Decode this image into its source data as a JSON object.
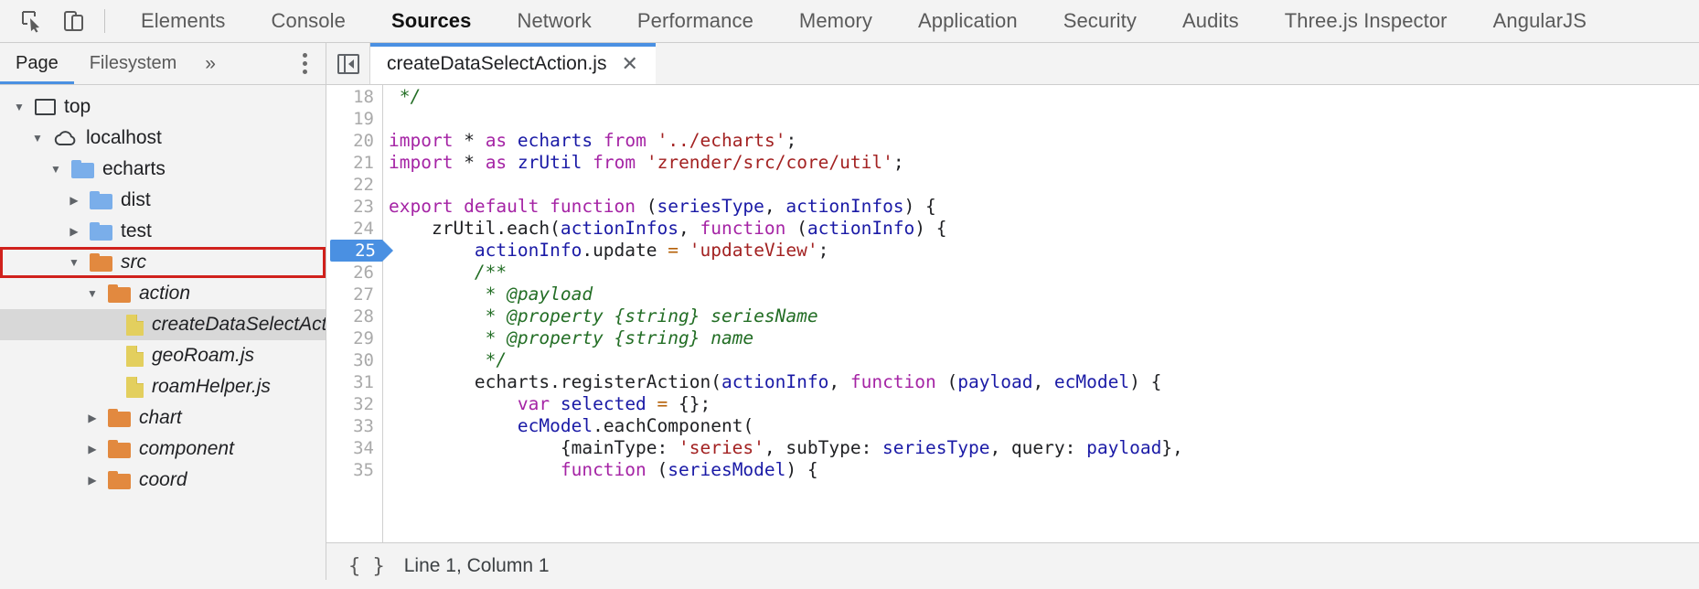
{
  "toolbar": {
    "inspect_icon": "inspect-cursor-icon",
    "device_icon": "device-toolbar-icon",
    "tabs": [
      {
        "label": "Elements",
        "active": false
      },
      {
        "label": "Console",
        "active": false
      },
      {
        "label": "Sources",
        "active": true
      },
      {
        "label": "Network",
        "active": false
      },
      {
        "label": "Performance",
        "active": false
      },
      {
        "label": "Memory",
        "active": false
      },
      {
        "label": "Application",
        "active": false
      },
      {
        "label": "Security",
        "active": false
      },
      {
        "label": "Audits",
        "active": false
      },
      {
        "label": "Three.js Inspector",
        "active": false
      },
      {
        "label": "AngularJS",
        "active": false
      }
    ]
  },
  "navigator": {
    "tabs": [
      {
        "label": "Page",
        "active": true
      },
      {
        "label": "Filesystem",
        "active": false
      }
    ],
    "more_label": "»",
    "kebab_icon": "more-options-icon",
    "highlight_color": "#d0211c",
    "tree": [
      {
        "label": "top",
        "icon": "frame-icon",
        "indent": 0,
        "twisty": "open",
        "italic": false,
        "selected": false,
        "boxed": false
      },
      {
        "label": "localhost",
        "icon": "cloud-icon",
        "indent": 1,
        "twisty": "open",
        "italic": false,
        "selected": false,
        "boxed": false
      },
      {
        "label": "echarts",
        "icon": "folder-blue-icon",
        "indent": 2,
        "twisty": "open",
        "italic": false,
        "selected": false,
        "boxed": false
      },
      {
        "label": "dist",
        "icon": "folder-blue-icon",
        "indent": 3,
        "twisty": "closed",
        "italic": false,
        "selected": false,
        "boxed": false
      },
      {
        "label": "test",
        "icon": "folder-blue-icon",
        "indent": 3,
        "twisty": "closed",
        "italic": false,
        "selected": false,
        "boxed": false
      },
      {
        "label": "src",
        "icon": "folder-orange-icon",
        "indent": 3,
        "twisty": "open",
        "italic": true,
        "selected": false,
        "boxed": true
      },
      {
        "label": "action",
        "icon": "folder-orange-icon",
        "indent": 4,
        "twisty": "open",
        "italic": true,
        "selected": false,
        "boxed": false
      },
      {
        "label": "createDataSelectAction.js",
        "icon": "js-file-icon",
        "indent": 5,
        "twisty": "blank",
        "italic": true,
        "selected": true,
        "boxed": false
      },
      {
        "label": "geoRoam.js",
        "icon": "js-file-icon",
        "indent": 5,
        "twisty": "blank",
        "italic": true,
        "selected": false,
        "boxed": false
      },
      {
        "label": "roamHelper.js",
        "icon": "js-file-icon",
        "indent": 5,
        "twisty": "blank",
        "italic": true,
        "selected": false,
        "boxed": false
      },
      {
        "label": "chart",
        "icon": "folder-orange-icon",
        "indent": 4,
        "twisty": "closed",
        "italic": true,
        "selected": false,
        "boxed": false
      },
      {
        "label": "component",
        "icon": "folder-orange-icon",
        "indent": 4,
        "twisty": "closed",
        "italic": true,
        "selected": false,
        "boxed": false
      },
      {
        "label": "coord",
        "icon": "folder-orange-icon",
        "indent": 4,
        "twisty": "closed",
        "italic": true,
        "selected": false,
        "boxed": false
      }
    ]
  },
  "editor": {
    "nav_toggle_icon": "show-navigator-icon",
    "tab": {
      "title": "createDataSelectAction.js",
      "close_icon": "close-icon"
    },
    "accent_color": "#4a90e2",
    "breakpoint_line": 25,
    "first_visible_line": 18,
    "lines": [
      {
        "n": 18,
        "tokens": [
          {
            "t": " */",
            "c": "cmt"
          }
        ]
      },
      {
        "n": 19,
        "tokens": []
      },
      {
        "n": 20,
        "tokens": [
          {
            "t": "import",
            "c": "kw"
          },
          {
            "t": " * ",
            "c": "pl"
          },
          {
            "t": "as",
            "c": "kw"
          },
          {
            "t": " ",
            "c": "pl"
          },
          {
            "t": "echarts",
            "c": "id"
          },
          {
            "t": " ",
            "c": "pl"
          },
          {
            "t": "from",
            "c": "kw"
          },
          {
            "t": " ",
            "c": "pl"
          },
          {
            "t": "'../echarts'",
            "c": "str"
          },
          {
            "t": ";",
            "c": "pl"
          }
        ]
      },
      {
        "n": 21,
        "tokens": [
          {
            "t": "import",
            "c": "kw"
          },
          {
            "t": " * ",
            "c": "pl"
          },
          {
            "t": "as",
            "c": "kw"
          },
          {
            "t": " ",
            "c": "pl"
          },
          {
            "t": "zrUtil",
            "c": "id"
          },
          {
            "t": " ",
            "c": "pl"
          },
          {
            "t": "from",
            "c": "kw"
          },
          {
            "t": " ",
            "c": "pl"
          },
          {
            "t": "'zrender/src/core/util'",
            "c": "str"
          },
          {
            "t": ";",
            "c": "pl"
          }
        ]
      },
      {
        "n": 22,
        "tokens": []
      },
      {
        "n": 23,
        "tokens": [
          {
            "t": "export default function",
            "c": "kw"
          },
          {
            "t": " (",
            "c": "pl"
          },
          {
            "t": "seriesType",
            "c": "id"
          },
          {
            "t": ", ",
            "c": "pl"
          },
          {
            "t": "actionInfos",
            "c": "id"
          },
          {
            "t": ") {",
            "c": "pl"
          }
        ]
      },
      {
        "n": 24,
        "tokens": [
          {
            "t": "    zrUtil.each(",
            "c": "pl"
          },
          {
            "t": "actionInfos",
            "c": "id"
          },
          {
            "t": ", ",
            "c": "pl"
          },
          {
            "t": "function",
            "c": "kw"
          },
          {
            "t": " (",
            "c": "pl"
          },
          {
            "t": "actionInfo",
            "c": "id"
          },
          {
            "t": ") {",
            "c": "pl"
          }
        ]
      },
      {
        "n": 25,
        "tokens": [
          {
            "t": "        ",
            "c": "pl"
          },
          {
            "t": "actionInfo",
            "c": "id"
          },
          {
            "t": ".update ",
            "c": "pl"
          },
          {
            "t": "=",
            "c": "op"
          },
          {
            "t": " ",
            "c": "pl"
          },
          {
            "t": "'updateView'",
            "c": "str"
          },
          {
            "t": ";",
            "c": "pl"
          }
        ]
      },
      {
        "n": 26,
        "tokens": [
          {
            "t": "        /**",
            "c": "cmt"
          }
        ]
      },
      {
        "n": 27,
        "tokens": [
          {
            "t": "         * @payload",
            "c": "cmt"
          }
        ]
      },
      {
        "n": 28,
        "tokens": [
          {
            "t": "         * @property {string} seriesName",
            "c": "cmt"
          }
        ]
      },
      {
        "n": 29,
        "tokens": [
          {
            "t": "         * @property {string} name",
            "c": "cmt"
          }
        ]
      },
      {
        "n": 30,
        "tokens": [
          {
            "t": "         */",
            "c": "cmt"
          }
        ]
      },
      {
        "n": 31,
        "tokens": [
          {
            "t": "        echarts.registerAction(",
            "c": "pl"
          },
          {
            "t": "actionInfo",
            "c": "id"
          },
          {
            "t": ", ",
            "c": "pl"
          },
          {
            "t": "function",
            "c": "kw"
          },
          {
            "t": " (",
            "c": "pl"
          },
          {
            "t": "payload",
            "c": "id"
          },
          {
            "t": ", ",
            "c": "pl"
          },
          {
            "t": "ecModel",
            "c": "id"
          },
          {
            "t": ") {",
            "c": "pl"
          }
        ]
      },
      {
        "n": 32,
        "tokens": [
          {
            "t": "            ",
            "c": "pl"
          },
          {
            "t": "var",
            "c": "kw"
          },
          {
            "t": " ",
            "c": "pl"
          },
          {
            "t": "selected",
            "c": "id"
          },
          {
            "t": " ",
            "c": "pl"
          },
          {
            "t": "=",
            "c": "op"
          },
          {
            "t": " {};",
            "c": "pl"
          }
        ]
      },
      {
        "n": 33,
        "tokens": [
          {
            "t": "            ",
            "c": "pl"
          },
          {
            "t": "ecModel",
            "c": "id"
          },
          {
            "t": ".eachComponent(",
            "c": "pl"
          }
        ]
      },
      {
        "n": 34,
        "tokens": [
          {
            "t": "                {mainType: ",
            "c": "pl"
          },
          {
            "t": "'series'",
            "c": "str"
          },
          {
            "t": ", subType: ",
            "c": "pl"
          },
          {
            "t": "seriesType",
            "c": "id"
          },
          {
            "t": ", query: ",
            "c": "pl"
          },
          {
            "t": "payload",
            "c": "id"
          },
          {
            "t": "},",
            "c": "pl"
          }
        ]
      },
      {
        "n": 35,
        "tokens": [
          {
            "t": "                ",
            "c": "pl"
          },
          {
            "t": "function",
            "c": "kw"
          },
          {
            "t": " (",
            "c": "pl"
          },
          {
            "t": "seriesModel",
            "c": "id"
          },
          {
            "t": ") {",
            "c": "pl"
          }
        ]
      }
    ]
  },
  "statusbar": {
    "pretty_print_label": "{ }",
    "pretty_print_icon": "pretty-print-icon",
    "position": "Line 1, Column 1"
  }
}
